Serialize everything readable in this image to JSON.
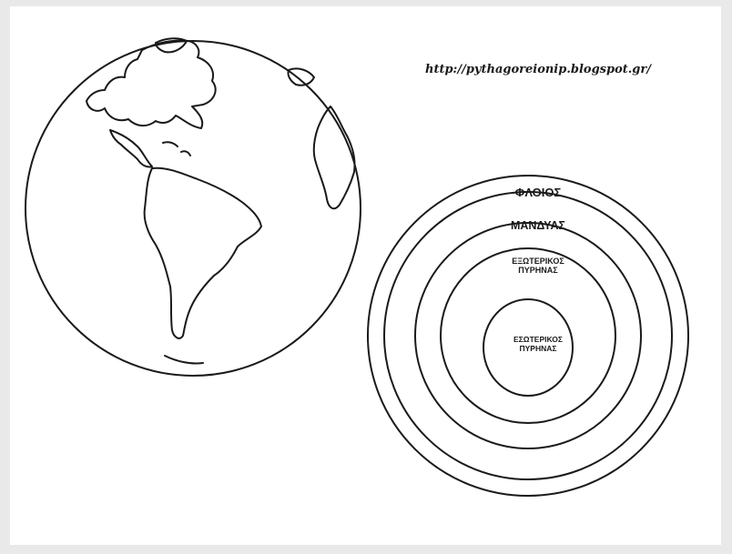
{
  "source_url": "http://pythagoreionip.blogspot.gr/",
  "icons": {
    "globe": "earth-globe-americas-icon"
  },
  "earth_layers": [
    {
      "label": "ΦΛΟΙΟΣ"
    },
    {
      "label": "ΜΑΝΔΥΑΣ"
    },
    {
      "label": "ΕΞΩΤΕΡΙΚΟΣ\nΠΥΡΗΝΑΣ"
    },
    {
      "label": "ΕΣΩΤΕΡΙΚΟΣ\nΠΥΡΗΝΑΣ"
    }
  ],
  "colors": {
    "line": "#1a1a1a",
    "background": "#ffffff",
    "frame": "#e9e9e9"
  }
}
